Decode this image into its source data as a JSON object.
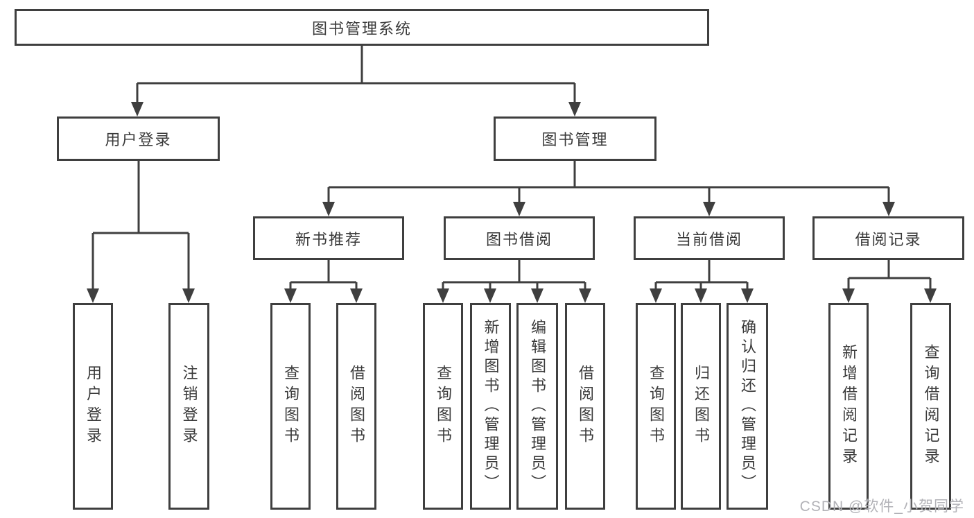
{
  "tree": {
    "root": "图书管理系统",
    "branches": [
      {
        "label": "用户登录",
        "children": [
          "用户登录",
          "注销登录"
        ]
      },
      {
        "label": "图书管理",
        "groups": [
          {
            "label": "新书推荐",
            "children": [
              "查询图书",
              "借阅图书"
            ]
          },
          {
            "label": "图书借阅",
            "children": [
              "查询图书",
              "新增图书（管理员）",
              "编辑图书（管理员）",
              "借阅图书"
            ]
          },
          {
            "label": "当前借阅",
            "children": [
              "查询图书",
              "归还图书",
              "确认归还（管理员）"
            ]
          },
          {
            "label": "借阅记录",
            "children": [
              "新增借阅记录",
              "查询借阅记录"
            ]
          }
        ]
      }
    ]
  },
  "colors": {
    "line": "#3f3f3f",
    "text": "#3a3a3a",
    "watermark": "#b2b2b7",
    "background": "#ffffff"
  },
  "watermark": "CSDN @软件_小贺同学"
}
